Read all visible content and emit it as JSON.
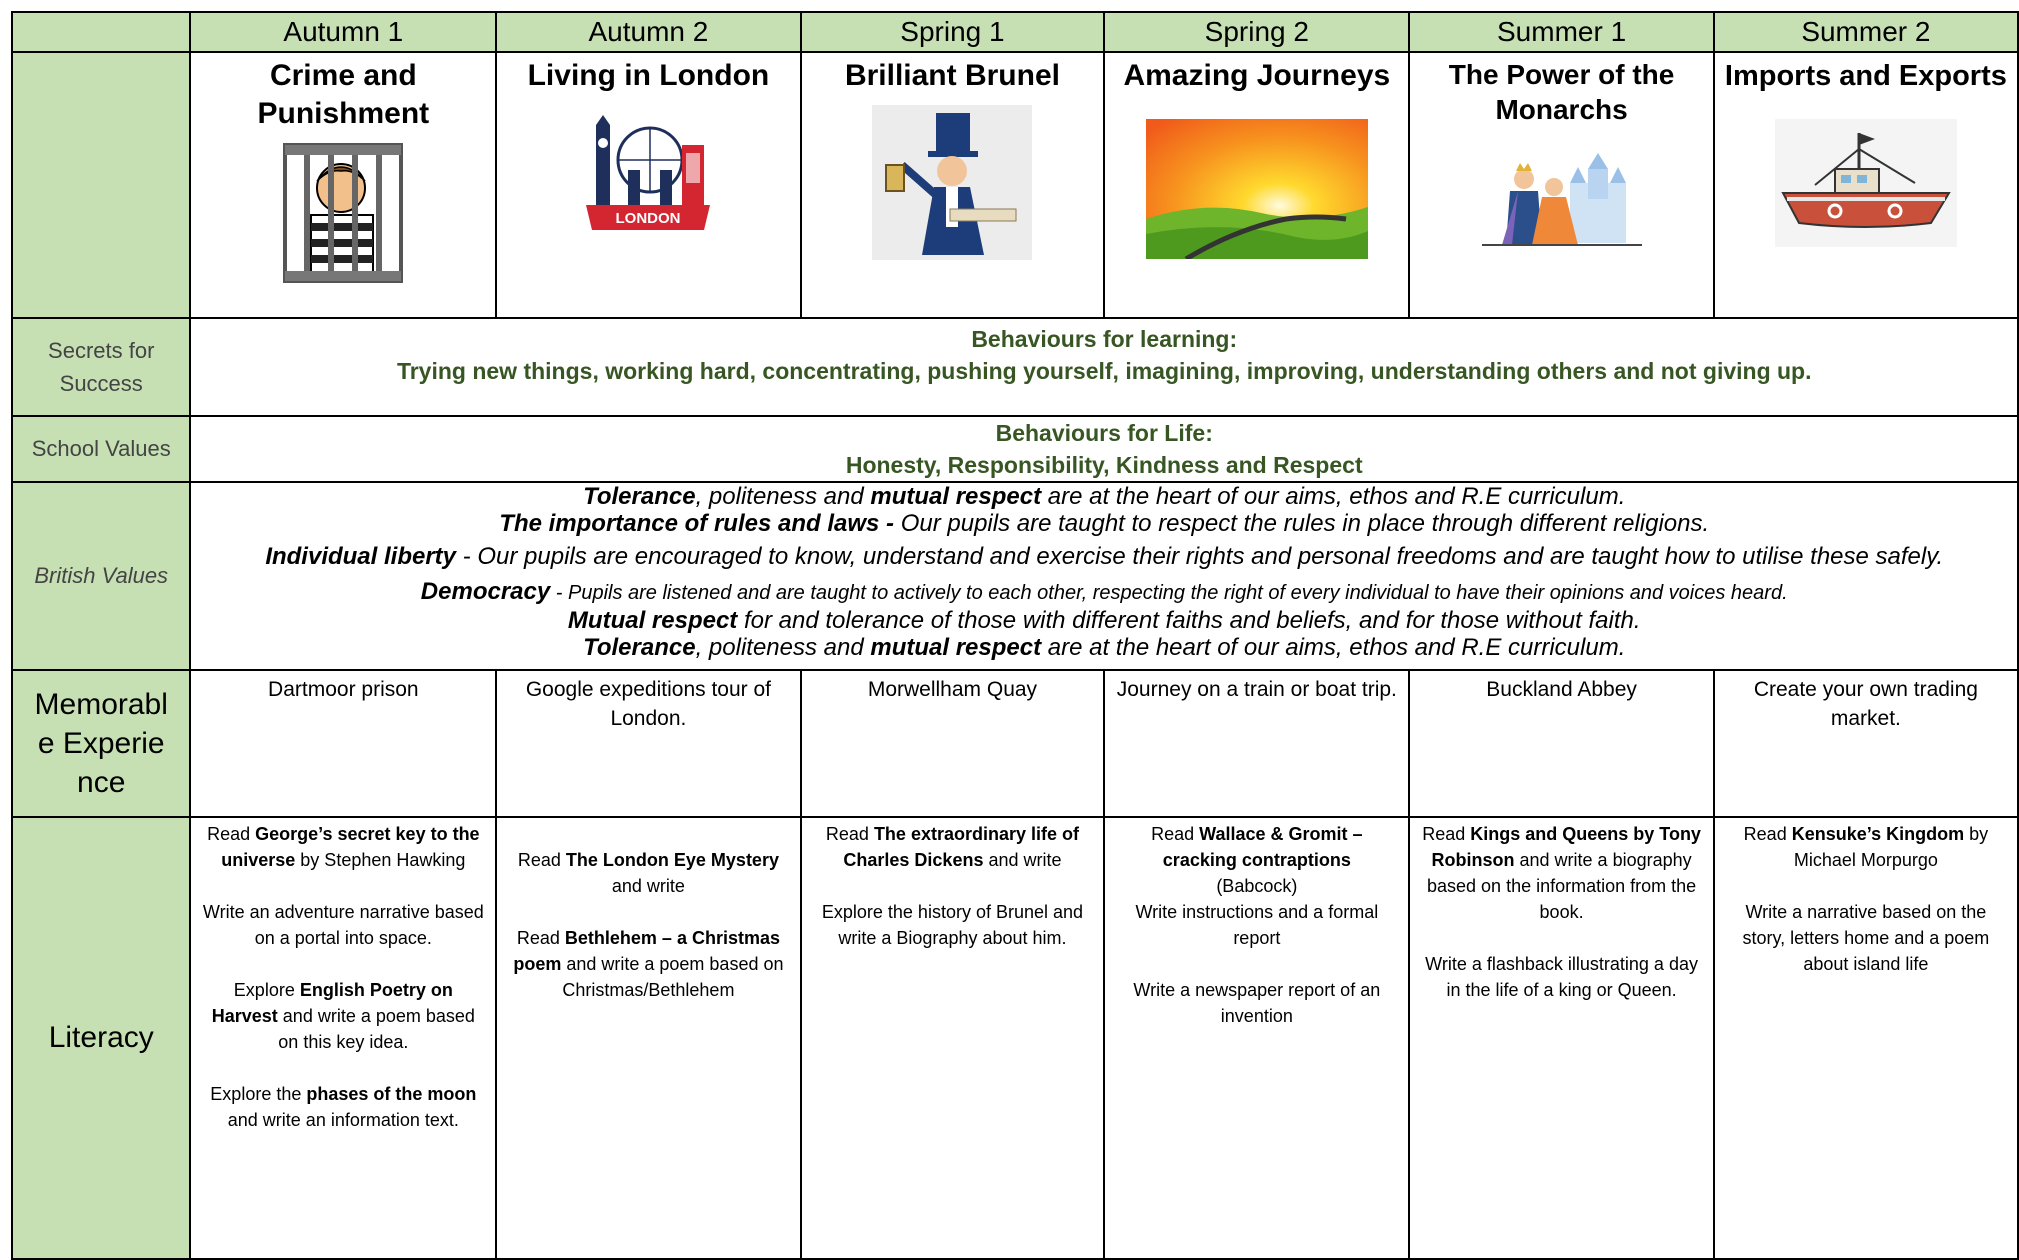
{
  "terms": [
    "Autumn 1",
    "Autumn 2",
    "Spring 1",
    "Spring 2",
    "Summer 1",
    "Summer 2"
  ],
  "topics": [
    "Crime and Punishment",
    "Living in London",
    "Brilliant Brunel",
    "Amazing Journeys",
    "The Power of the Monarchs",
    "Imports and Exports"
  ],
  "topic_images": [
    "prisoner-in-cell",
    "london-landmarks",
    "brunel-cartoon",
    "sunrise-road",
    "king-and-queen-castle",
    "fishing-boat"
  ],
  "labels": {
    "secrets": "Secrets for Success",
    "school_values": "School Values",
    "british_values": "British Values",
    "memorable": "Memorable Experience",
    "literacy": "Literacy"
  },
  "secrets": {
    "heading": "Behaviours for learning:",
    "text": "Trying new things, working hard, concentrating, pushing yourself, imagining, improving, understanding others and not giving up."
  },
  "school_values": {
    "heading": "Behaviours for Life:",
    "text": "Honesty, Responsibility, Kindness and Respect"
  },
  "british_values": {
    "l1_b1": "Tolerance",
    "l1_t1": ", politeness and ",
    "l1_b2": "mutual respect",
    "l1_t2": " are at the heart of our aims, ethos and R.E curriculum.",
    "l2_b": "The importance of rules and laws - ",
    "l2_t": "Our pupils are taught to respect the rules in place through different religions.",
    "l3_b": "Individual liberty",
    "l3_t": " - Our pupils are encouraged to know, understand and exercise their rights and personal freedoms and are taught how to utilise these safely.",
    "l4_b": "Democracy",
    "l4_t": " - Pupils are listened and are taught to actively to each other, respecting the right of every individual to have their opinions and voices heard.",
    "l5_b": "Mutual respect",
    "l5_t": " for and tolerance of those with different faiths and beliefs, and for those without faith.",
    "l6_b1": "Tolerance",
    "l6_t1": ", politeness and ",
    "l6_b2": "mutual respect",
    "l6_t2": " are at the heart of our aims, ethos and R.E curriculum."
  },
  "memorable": [
    "Dartmoor prison",
    "Google expeditions tour of London.",
    "Morwellham Quay",
    "Journey on a train or boat trip.",
    "Buckland Abbey",
    "Create your own trading market."
  ],
  "literacy": {
    "c1": {
      "p1a": "Read ",
      "p1b": "George’s secret key to the universe",
      "p1c": " by Stephen Hawking",
      "p2": "Write an adventure narrative based on a portal into space.",
      "p3a": "Explore ",
      "p3b": "English Poetry on Harvest",
      "p3c": "  and write a poem based on this key idea.",
      "p4a": "Explore the ",
      "p4b": "phases of the moon",
      "p4c": " and write an information text."
    },
    "c2": {
      "p1a": "Read ",
      "p1b": "The London Eye Mystery",
      "p1c": " and write",
      "p2a": "Read ",
      "p2b": "Bethlehem – a Christmas poem",
      "p2c": " and write a poem based on Christmas/Bethlehem"
    },
    "c3": {
      "p1a": "Read ",
      "p1b": "The extraordinary life of Charles Dickens",
      "p1c": "  and write",
      "p2": "Explore the history of Brunel and write a Biography about him."
    },
    "c4": {
      "p1a": "Read ",
      "p1b": "Wallace & Gromit – cracking contraptions",
      "p1c": "(Babcock)",
      "p1d": "Write instructions and a formal report",
      "p2": "Write a newspaper report of an invention"
    },
    "c5": {
      "p1a": "Read ",
      "p1b": "Kings and Queens by Tony Robinson",
      "p1c": " and write a biography based on the information from the book.",
      "p2": "Write a flashback illustrating a day in the life of a king or Queen."
    },
    "c6": {
      "p1a": "Read ",
      "p1b": "Kensuke’s Kingdom",
      "p1c": " by Michael Morpurgo",
      "p2": "Write a narrative based on the story, letters home and a poem  about island life"
    }
  }
}
